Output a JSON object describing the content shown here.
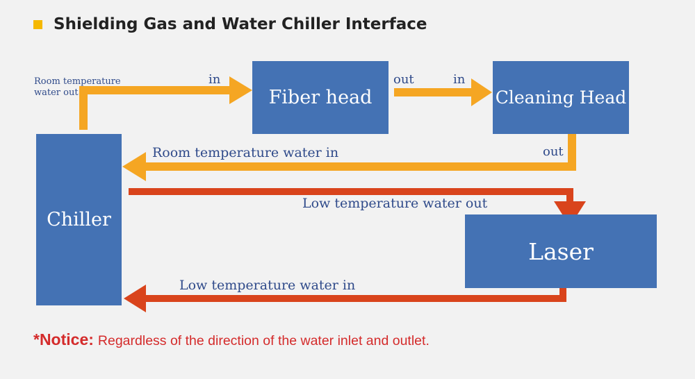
{
  "heading": {
    "title": "Shielding Gas and Water Chiller Interface",
    "marker_color": "#f5b800"
  },
  "diagram": {
    "boxes": {
      "chiller": "Chiller",
      "fiber_head": "Fiber head",
      "cleaning_head": "Cleaning Head",
      "laser": "Laser"
    },
    "labels": {
      "room_temp_water_out_line1": "Room temperature",
      "room_temp_water_out_line2": "water out",
      "fiber_in": "in",
      "fiber_out": "out",
      "cleaning_in": "in",
      "cleaning_out": "out",
      "room_temp_water_in": "Room temperature water in",
      "low_temp_water_out": "Low temperature water out",
      "low_temp_water_in": "Low temperature water in"
    },
    "colors": {
      "box_fill": "#4472b4",
      "room_temperature_line": "#f5a623",
      "low_temperature_line": "#d9441c",
      "label_text": "#2f4a8a"
    }
  },
  "notice": {
    "label": "*Notice:",
    "text": "Regardless of the direction of the water inlet and outlet."
  }
}
